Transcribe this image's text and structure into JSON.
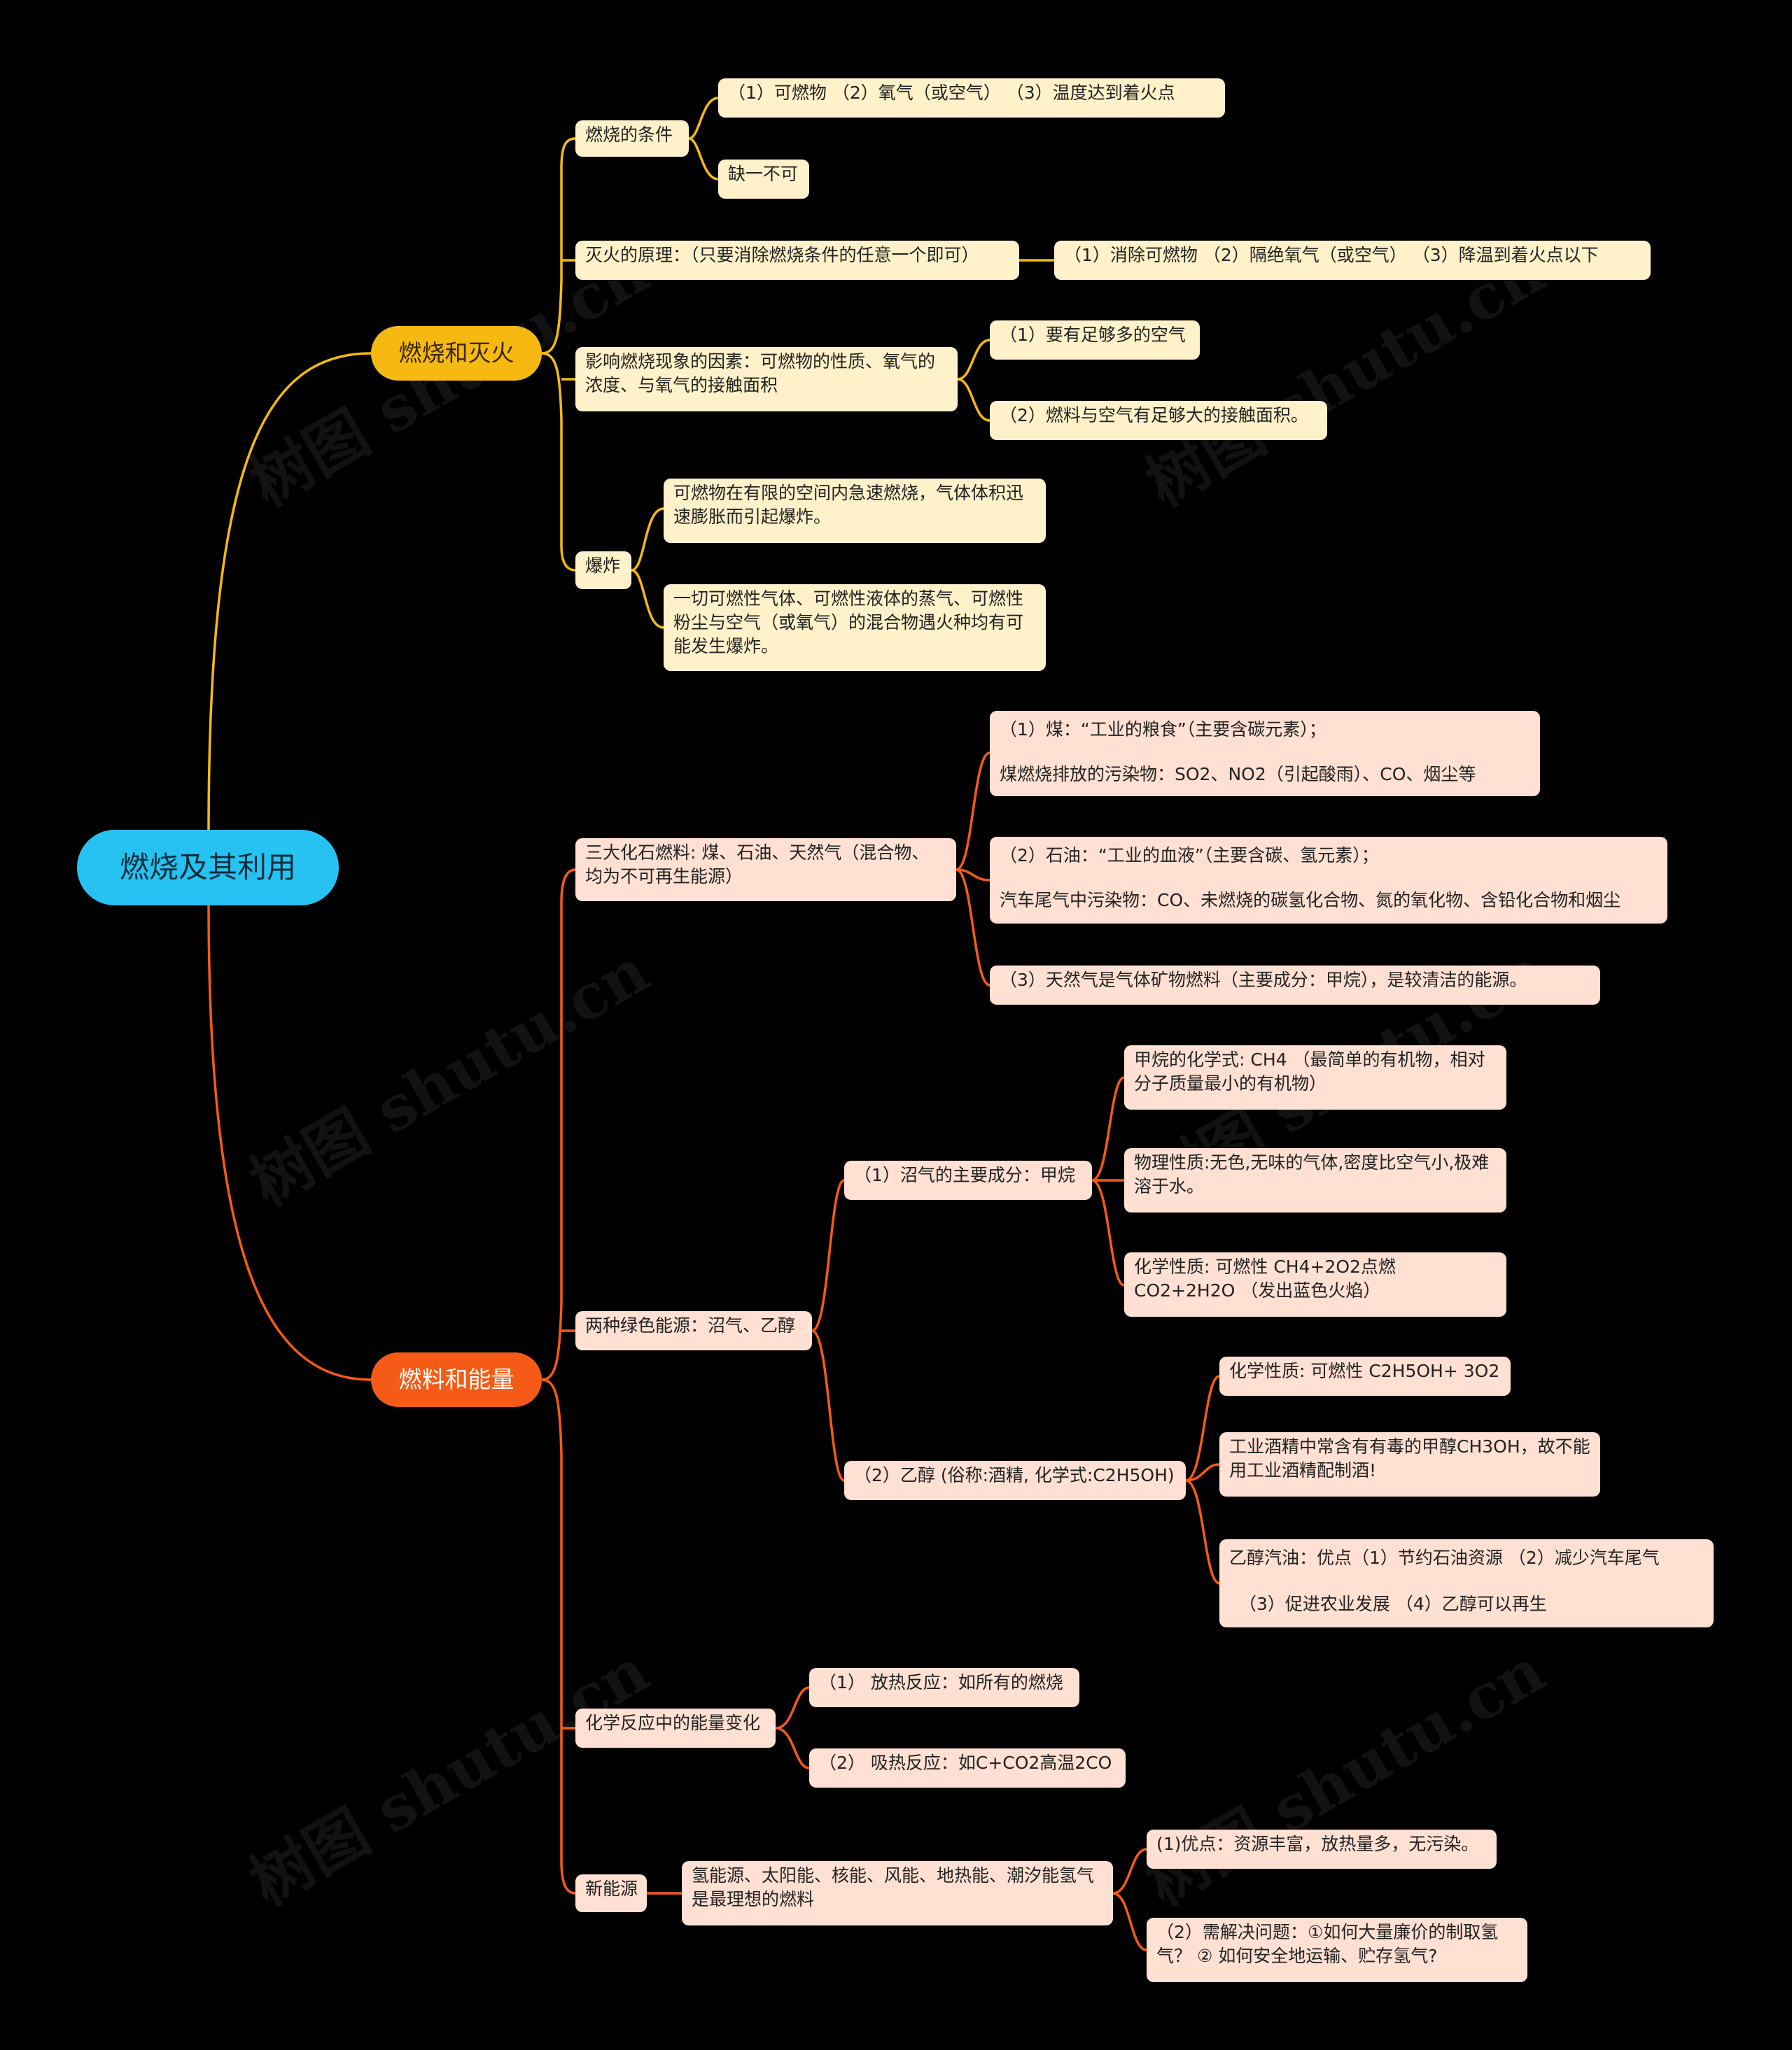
{
  "root": "燃烧及其利用",
  "branch1": {
    "label": "燃烧和灭火",
    "color": "#f5b912",
    "conditions": {
      "label": "燃烧的条件",
      "items": [
        "（1）可燃物 （2）氧气（或空气） （3）温度达到着火点",
        "缺一不可"
      ]
    },
    "extinguish": {
      "label": "灭火的原理：（只要消除燃烧条件的任意一个即可）",
      "detail": "（1）消除可燃物 （2）隔绝氧气（或空气） （3）降温到着火点以下"
    },
    "factors": {
      "label": "影响燃烧现象的因素：可燃物的性质、氧气的浓度、与氧气的接触面积",
      "items": [
        "（1）要有足够多的空气",
        "（2）燃料与空气有足够大的接触面积。"
      ]
    },
    "explosion": {
      "label": "爆炸",
      "items": [
        "可燃物在有限的空间内急速燃烧，气体体积迅速膨胀而引起爆炸。",
        "一切可燃性气体、可燃性液体的蒸气、可燃性粉尘与空气（或氧气）的混合物遇火种均有可能发生爆炸。"
      ]
    }
  },
  "branch2": {
    "label": "燃料和能量",
    "color": "#f55b16",
    "fossil": {
      "label": "三大化石燃料: 煤、石油、天然气（混合物、均为不可再生能源）",
      "coal": [
        "（1）煤：“工业的粮食”（主要含碳元素）；",
        "煤燃烧排放的污染物：SO2、NO2（引起酸雨）、CO、烟尘等"
      ],
      "oil": [
        "（2）石油：“工业的血液”（主要含碳、氢元素）；",
        "汽车尾气中污染物：CO、未燃烧的碳氢化合物、氮的氧化物、含铅化合物和烟尘"
      ],
      "gas": "（3）天然气是气体矿物燃料（主要成分：甲烷），是较清洁的能源。"
    },
    "green": {
      "label": "两种绿色能源：沼气、乙醇",
      "biogas": {
        "label": "（1）沼气的主要成分：甲烷",
        "items": [
          "甲烷的化学式: CH4 （最简单的有机物，相对分子质量最小的有机物）",
          "物理性质:无色,无味的气体,密度比空气小,极难溶于水。",
          "化学性质: 可燃性 CH4+2O2点燃CO2+2H2O （发出蓝色火焰）"
        ]
      },
      "ethanol": {
        "label": "（2）乙醇 (俗称:酒精, 化学式:C2H5OH)",
        "items": [
          "化学性质: 可燃性 C2H5OH+ 3O2",
          "工业酒精中常含有有毒的甲醇CH3OH，故不能用工业酒精配制酒!"
        ],
        "gasoline": [
          "乙醇汽油：优点（1）节约石油资源 （2）减少汽车尾气",
          "（3）促进农业发展 （4）乙醇可以再生"
        ]
      }
    },
    "energy": {
      "label": "化学反应中的能量变化",
      "items": [
        "（1） 放热反应：如所有的燃烧",
        "（2） 吸热反应：如C+CO2高温2CO"
      ]
    },
    "newenergy": {
      "label": "新能源",
      "desc": "氢能源、太阳能、核能、风能、地热能、潮汐能氢气是最理想的燃料",
      "items": [
        "(1)优点：资源丰富，放热量多，无污染。",
        "（2）需解决问题：①如何大量廉价的制取氢气？ ② 如何安全地运输、贮存氢气?"
      ]
    }
  }
}
